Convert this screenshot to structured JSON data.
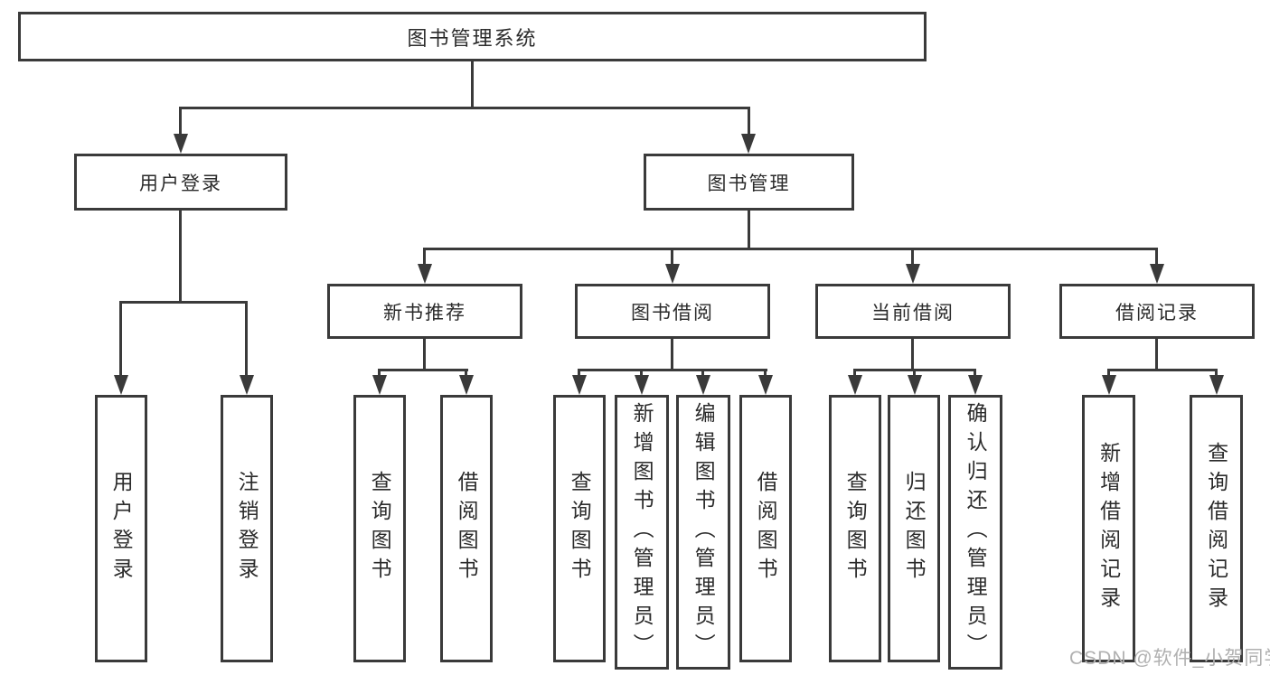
{
  "tree": {
    "root": {
      "label": "图书管理系统"
    },
    "branches": [
      {
        "label": "用户登录",
        "leaves": [
          {
            "label": "用户登录"
          },
          {
            "label": "注销登录"
          }
        ]
      },
      {
        "label": "图书管理",
        "sections": [
          {
            "label": "新书推荐",
            "leaves": [
              {
                "label": "查询图书"
              },
              {
                "label": "借阅图书"
              }
            ]
          },
          {
            "label": "图书借阅",
            "leaves": [
              {
                "label": "查询图书"
              },
              {
                "label": "新增图书（管理员）"
              },
              {
                "label": "编辑图书（管理员）"
              },
              {
                "label": "借阅图书"
              }
            ]
          },
          {
            "label": "当前借阅",
            "leaves": [
              {
                "label": "查询图书"
              },
              {
                "label": "归还图书"
              },
              {
                "label": "确认归还（管理员）"
              }
            ]
          },
          {
            "label": "借阅记录",
            "leaves": [
              {
                "label": "新增借阅记录"
              },
              {
                "label": "查询借阅记录"
              }
            ]
          }
        ]
      }
    ]
  },
  "watermark": {
    "text": "CSDN @软件_小贺同学"
  },
  "colors": {
    "line": "#3a3a3a",
    "text": "#2b2b2b",
    "watermark": "#b0b0b0",
    "background": "#ffffff"
  }
}
